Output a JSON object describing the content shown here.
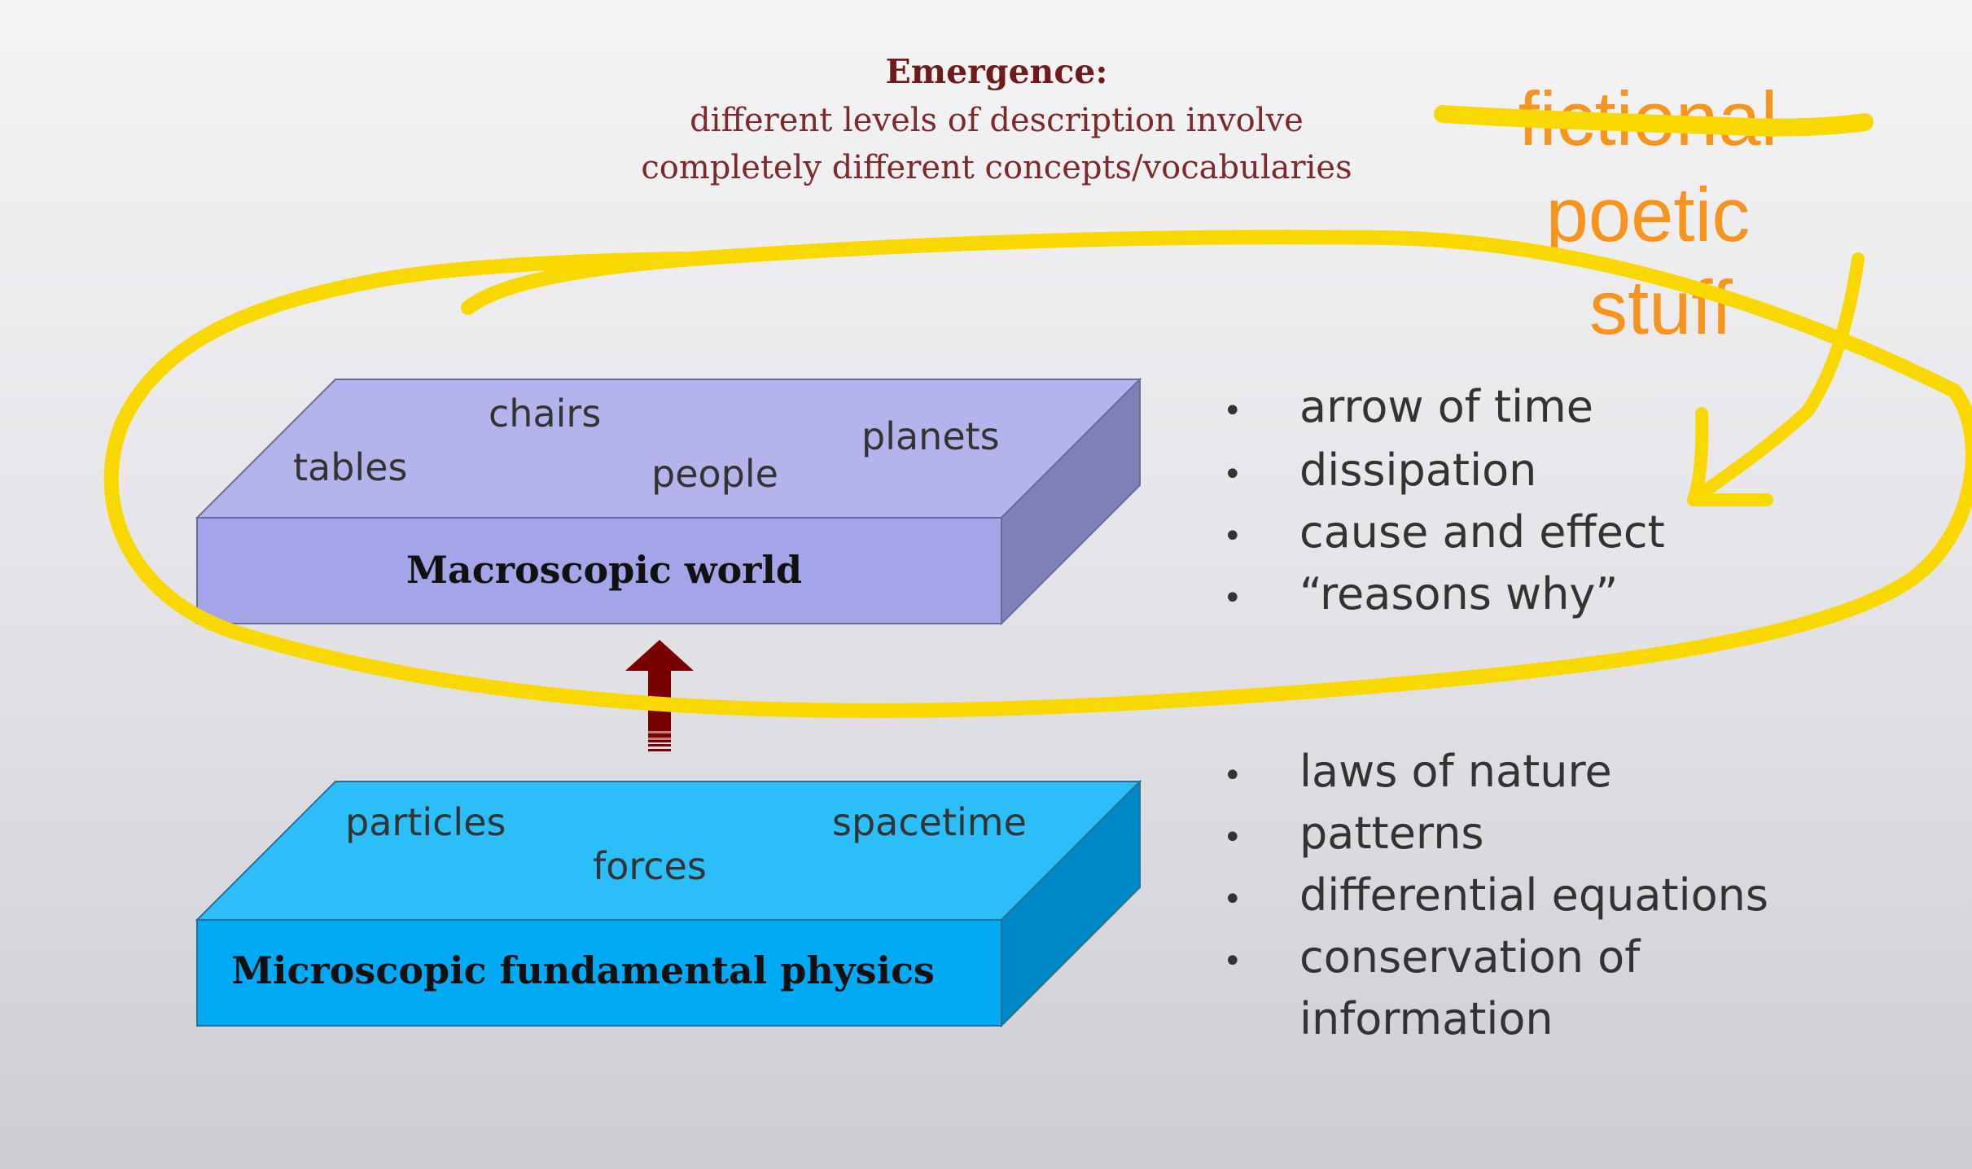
{
  "title": {
    "heading": "Emergence:",
    "line1": "different levels of description involve",
    "line2": "completely different concepts/vocabularies"
  },
  "macro_box": {
    "label": "Macroscopic world",
    "words": {
      "tables": "tables",
      "chairs": "chairs",
      "people": "people",
      "planets": "planets"
    },
    "colors": {
      "front": "#a4a5e8",
      "top": "#b4b4ec",
      "side": "#7f80b6"
    }
  },
  "micro_box": {
    "label": "Microscopic fundamental physics",
    "words": {
      "particles": "particles",
      "forces": "forces",
      "spacetime": "spacetime"
    },
    "colors": {
      "front": "#02aaf5",
      "top": "#2cbef8",
      "side": "#0089c7"
    }
  },
  "macro_bullets": [
    "arrow of time",
    "dissipation",
    "cause and effect",
    "“reasons why”"
  ],
  "micro_bullets": {
    "b1": "laws of nature",
    "b2": "patterns",
    "b3": "differential equations",
    "b4_line1": "conservation of",
    "b4_line2": "information"
  },
  "bullet_glyph": "•",
  "annotation": {
    "struck_word": "fictional",
    "line2": "poetic",
    "line3": "stuff",
    "text_color": "#f7941d",
    "ink_color": "#f9d800"
  },
  "colors": {
    "title": "#6e1b1b",
    "subtitle": "#7a2a2a",
    "arrow": "#7a0000",
    "text": "#333333"
  }
}
